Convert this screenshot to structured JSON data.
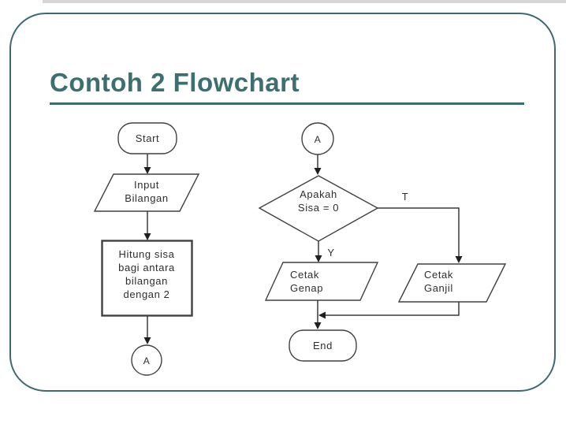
{
  "slide": {
    "title": "Contoh 2 Flowchart",
    "accent_color": "#3c6a6e",
    "title_color": "#3d6e70",
    "background": "#ffffff"
  },
  "flowchart": {
    "stroke_color": "#404040",
    "text_color": "#2e2e2e",
    "nodes": {
      "start": {
        "label": "Start"
      },
      "input": {
        "lines": [
          "Input",
          "Bilangan"
        ]
      },
      "process": {
        "lines": [
          "Hitung sisa",
          "bagi antara",
          "bilangan",
          "dengan 2"
        ]
      },
      "connector_out": {
        "label": "A"
      },
      "connector_in": {
        "label": "A"
      },
      "decision": {
        "lines": [
          "Apakah",
          "Sisa = 0"
        ]
      },
      "print_even": {
        "lines": [
          "Cetak",
          "Genap"
        ]
      },
      "print_odd": {
        "lines": [
          "Cetak",
          "Ganjil"
        ]
      },
      "end": {
        "label": "End"
      }
    },
    "branches": {
      "yes": "Y",
      "no": "T"
    }
  }
}
